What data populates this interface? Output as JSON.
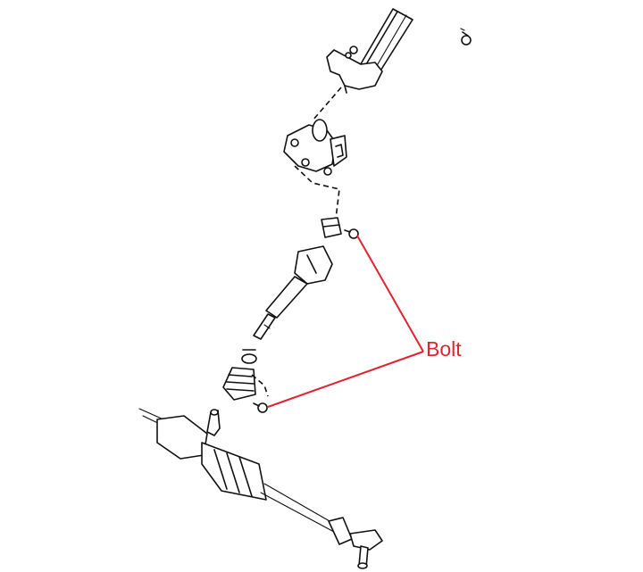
{
  "callout": {
    "label": "Bolt",
    "color": "#e0242f"
  },
  "parts": [
    "steering-column",
    "column-bracket",
    "intermediate-joint",
    "intermediate-shaft",
    "dust-boot",
    "steering-rack",
    "tie-rod-end",
    "bolt"
  ]
}
